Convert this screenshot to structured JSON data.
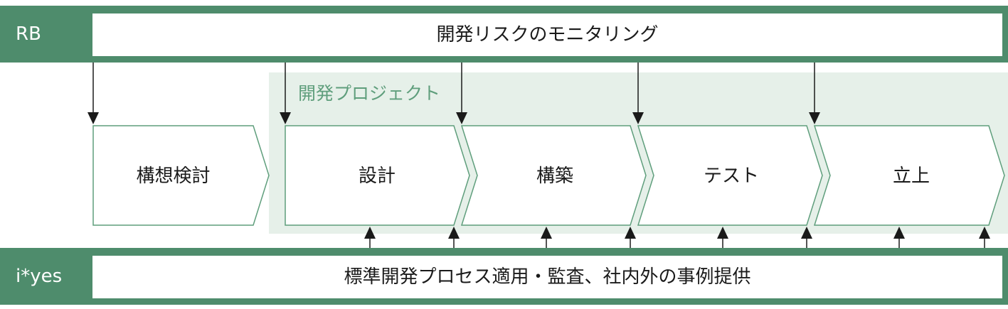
{
  "top_band": {
    "tag": "RB",
    "text": "開発リスクのモニタリング"
  },
  "bottom_band": {
    "tag": "i*yes",
    "text": "標準開発プロセス適用・監査、社内外の事例提供"
  },
  "project": {
    "label": "開発プロジェクト"
  },
  "stages": [
    {
      "label": "構想検討"
    },
    {
      "label": "設計"
    },
    {
      "label": "構築"
    },
    {
      "label": "テスト"
    },
    {
      "label": "立上"
    }
  ],
  "colors": {
    "band": "#4e8c6c",
    "project_fill": "#e6f0e9",
    "project_text": "#5f9e7c",
    "stage_border": "#5f9e7c"
  }
}
